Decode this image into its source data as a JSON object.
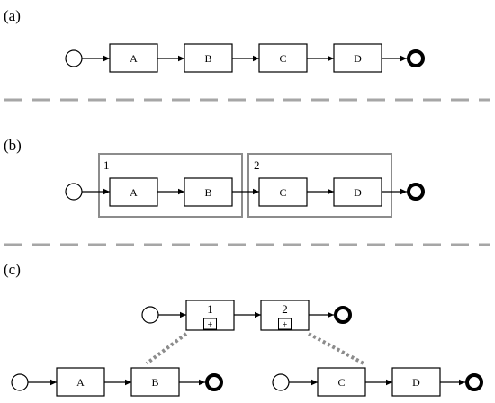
{
  "panels": {
    "a": {
      "label": "(a)",
      "tasks": [
        "A",
        "B",
        "C",
        "D"
      ]
    },
    "b": {
      "label": "(b)",
      "tasks": [
        "A",
        "B",
        "C",
        "D"
      ],
      "groups": [
        "1",
        "2"
      ]
    },
    "c": {
      "label": "(c)",
      "subprocesses": [
        "1",
        "2"
      ],
      "marker": "+",
      "left_tasks": [
        "A",
        "B"
      ],
      "right_tasks": [
        "C",
        "D"
      ]
    }
  }
}
